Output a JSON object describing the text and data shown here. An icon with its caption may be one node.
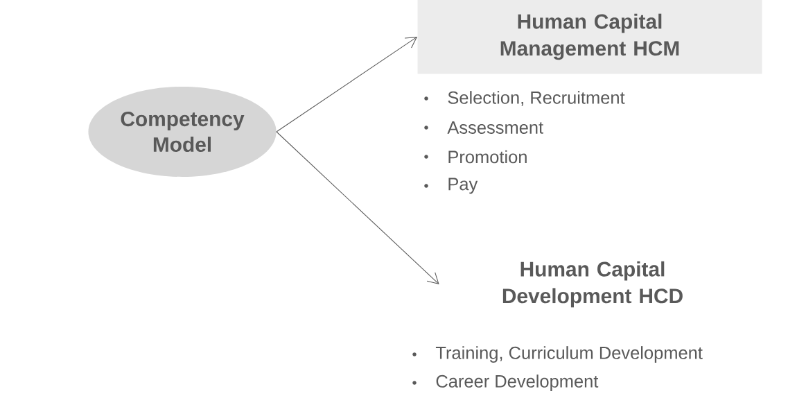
{
  "diagram": {
    "nodes": [
      {
        "text": [
          "Competency Model"
        ]
      },
      {
        "text": [
          "Human Capital Management HCM"
        ],
        "beside": [
          "Selection, Recruitment",
          "Assessment",
          "Promotion",
          "Pay"
        ]
      },
      {
        "text": [
          "Human Capital Development HCD"
        ],
        "beside": [
          "Training, Curriculum Development",
          "Career Development"
        ]
      }
    ],
    "edges": [
      {
        "from": 0,
        "to": 1,
        "arrow": "to"
      },
      {
        "from": 0,
        "to": 2,
        "arrow": "to"
      }
    ]
  }
}
